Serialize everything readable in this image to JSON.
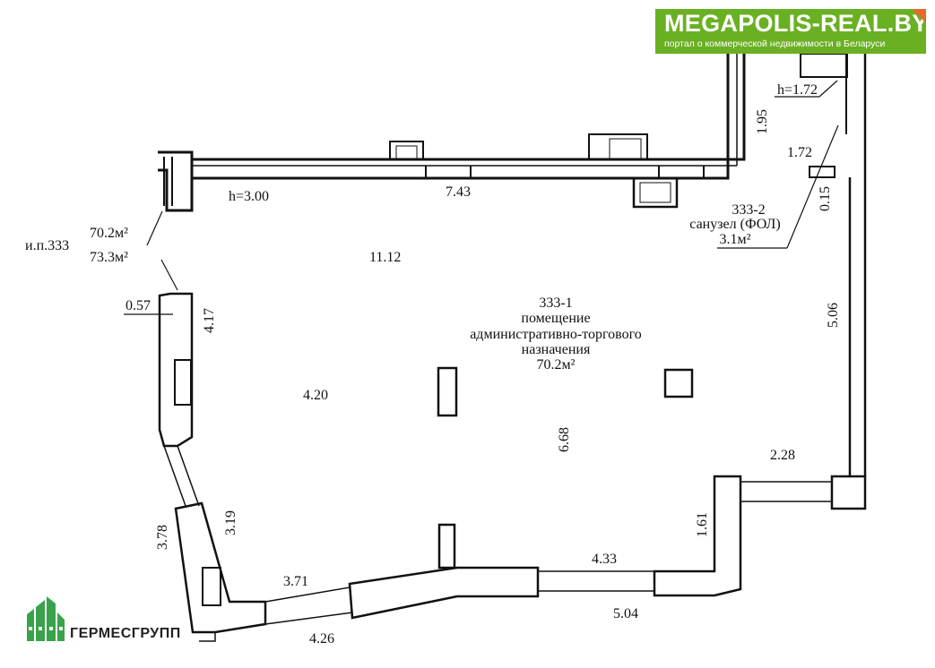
{
  "badge": {
    "title": "MEGAPOLIS-REAL.BY",
    "subtitle": "портал о коммерческой недвижимости в Беларуси",
    "color": "#6ab023",
    "corner_color": "#e06b2a"
  },
  "company": {
    "name": "ГЕРМЕСГРУПП",
    "logo_icon": "building-logo-icon",
    "color": "#3aa24a"
  },
  "plan": {
    "total": {
      "label": "и.п.333",
      "area_1": "70.2м²",
      "area_2": "73.3м²"
    },
    "room_main": {
      "code": "333-1",
      "line1": "помещение",
      "line2": "административно-торгового",
      "line3": "назначения",
      "area": "70.2м²"
    },
    "room_wc": {
      "code": "333-2",
      "name": "санузел (ФОЛ)",
      "area": "3.1м²"
    },
    "dimensions": {
      "h_main": "h=3.00",
      "h_wc": "h=1.72",
      "d_743": "7.43",
      "d_195": "1.95",
      "d_172": "1.72",
      "d_015": "0.15",
      "d_1112": "11.12",
      "d_506": "5.06",
      "d_057": "0.57",
      "d_417": "4.17",
      "d_420": "4.20",
      "d_668": "6.68",
      "d_228": "2.28",
      "d_161": "1.61",
      "d_319": "3.19",
      "d_378": "3.78",
      "d_433": "4.33",
      "d_371": "3.71",
      "d_504": "5.04",
      "d_426": "4.26"
    }
  }
}
